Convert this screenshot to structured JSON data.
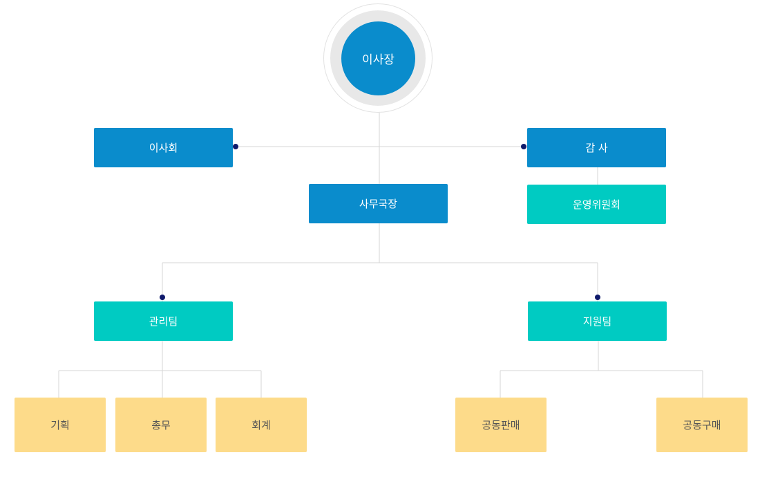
{
  "chairman": {
    "label": "이사장"
  },
  "board": {
    "label": "이사회"
  },
  "auditor": {
    "label": "감 사"
  },
  "operating_committee": {
    "label": "운영위원회"
  },
  "secretary_general": {
    "label": "사무국장"
  },
  "management_team": {
    "label": "관리팀",
    "sub_units": [
      "기획",
      "총무",
      "회계"
    ]
  },
  "support_team": {
    "label": "지원팀",
    "sub_units": [
      "공동판매",
      "공동구매"
    ]
  },
  "colors": {
    "primary_blue": "#0a8ccc",
    "teal": "#00cbc2",
    "yellow": "#fddb8a",
    "connector_dot": "#0f1a6b",
    "line": "#d6d6d6"
  }
}
